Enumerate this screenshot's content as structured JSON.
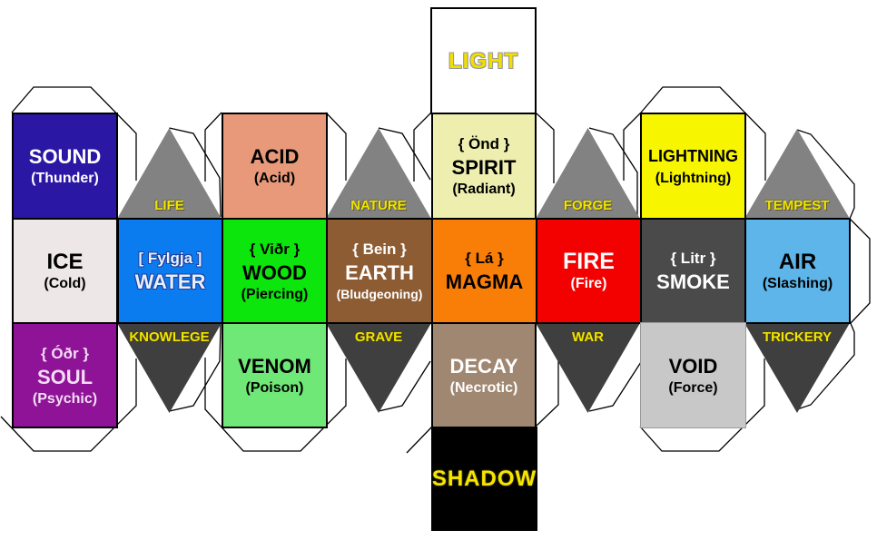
{
  "palette": {
    "top_triangle": "#828282",
    "bottom_triangle": "#3F3F3F",
    "domain_label": "#F0E400",
    "tab_outline": "#000000"
  },
  "faces": {
    "light": {
      "name": "LIGHT",
      "color": "#FFFFFF",
      "text": "#F2DE00"
    },
    "sound": {
      "name": "SOUND",
      "sub": "(Thunder)",
      "color": "#2A18A5",
      "text": "#FFFFFF"
    },
    "acid": {
      "name": "ACID",
      "sub": "(Acid)",
      "color": "#E8997A",
      "text": "#000000"
    },
    "spirit": {
      "rune": "{ Önd }",
      "name": "SPIRIT",
      "sub": "(Radiant)",
      "color": "#EEEFAF",
      "text": "#000000"
    },
    "lightning": {
      "name": "LIGHTNING",
      "sub": "(Lightning)",
      "color": "#F7F500",
      "text": "#000000"
    },
    "ice": {
      "name": "ICE",
      "sub": "(Cold)",
      "color": "#EDE7E7",
      "text": "#000000"
    },
    "water": {
      "rune": "[ Fylgja ]",
      "name": "WATER",
      "color": "#0B7CF0",
      "text": "#E6F0FF"
    },
    "wood": {
      "rune": "{ Viðr }",
      "name": "WOOD",
      "sub": "(Piercing)",
      "color": "#0CE60C",
      "text": "#000000"
    },
    "earth": {
      "rune": "{ Bein }",
      "name": "EARTH",
      "sub": "(Bludgeoning)",
      "color": "#8D5C33",
      "text": "#FFFFFF"
    },
    "magma": {
      "rune": "{ Lá }",
      "name": "MAGMA",
      "color": "#F87E08",
      "text": "#000000"
    },
    "fire": {
      "name": "FIRE",
      "sub": "(Fire)",
      "color": "#F30000",
      "text": "#FFFFFF"
    },
    "smoke": {
      "rune": "{ Litr }",
      "name": "SMOKE",
      "color": "#4A4A4A",
      "text": "#FFFFFF"
    },
    "air": {
      "name": "AIR",
      "sub": "(Slashing)",
      "color": "#5DB5E9",
      "text": "#000000"
    },
    "soul": {
      "rune": "{ Óðr }",
      "name": "SOUL",
      "sub": "(Psychic)",
      "color": "#8E1397",
      "text": "#F4DCF4"
    },
    "venom": {
      "name": "VENOM",
      "sub": "(Poison)",
      "color": "#70E878",
      "text": "#000000"
    },
    "decay": {
      "name": "DECAY",
      "sub": "(Necrotic)",
      "color": "#A08771",
      "text": "#FFFFFF"
    },
    "void": {
      "name": "VOID",
      "sub": "(Force)",
      "color": "#C8C8C8",
      "text": "#000000"
    },
    "shadow": {
      "name": "SHADOW",
      "color": "#000000",
      "text": "#F5E600"
    }
  },
  "domains": {
    "life": "LIFE",
    "nature": "NATURE",
    "forge": "FORGE",
    "tempest": "TEMPEST",
    "knowlege": "KNOWLEGE",
    "grave": "GRAVE",
    "war": "WAR",
    "trickery": "TRICKERY"
  }
}
